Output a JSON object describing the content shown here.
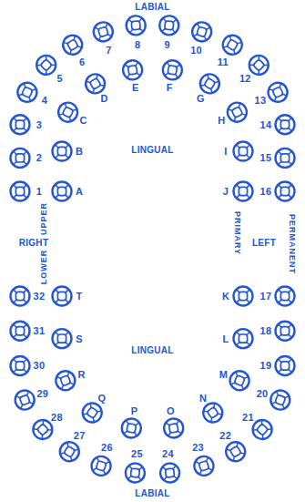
{
  "diagram": {
    "labels": [
      "LABIAL",
      "1",
      "2",
      "3",
      "4",
      "5",
      "6",
      "7",
      "8",
      "9",
      "10",
      "11",
      "12",
      "13",
      "14",
      "15",
      "16",
      "A",
      "B",
      "C",
      "D",
      "E",
      "F",
      "G",
      "H",
      "I",
      "J",
      "LINGUAL",
      "UPPER",
      "LOWER",
      "RIGHT",
      "PRIMARY",
      "LEFT",
      "PERMANENT",
      "K",
      "L",
      "M",
      "N",
      "O",
      "P",
      "Q",
      "R",
      "S",
      "T",
      "LINGUAL",
      "17",
      "18",
      "19",
      "20",
      "21",
      "22",
      "23",
      "24",
      "25",
      "26",
      "27",
      "28",
      "29",
      "30",
      "31",
      "32",
      "LABIAL"
    ]
  }
}
